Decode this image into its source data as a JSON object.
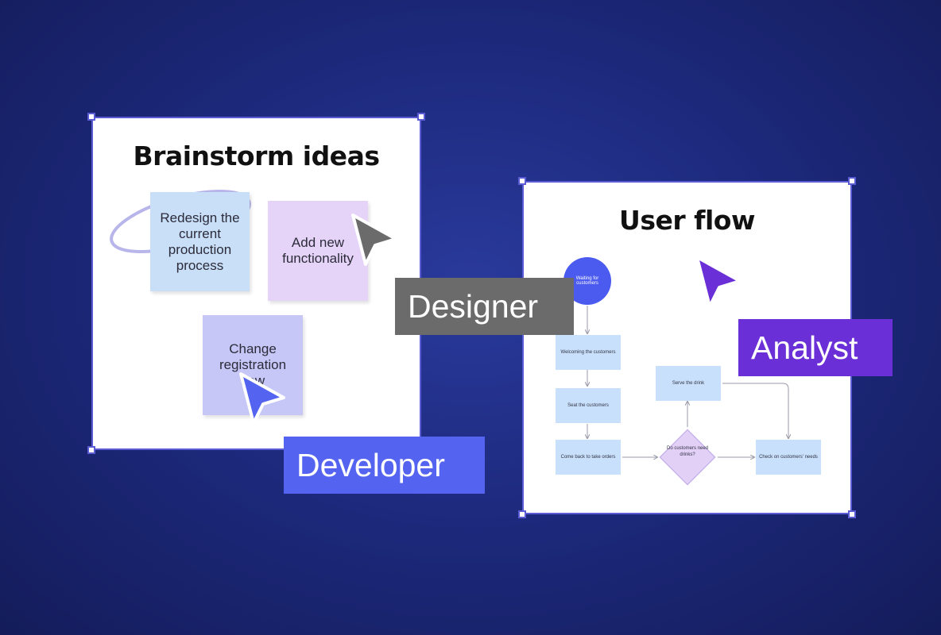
{
  "brainstorm": {
    "title": "Brainstorm ideas",
    "notes": [
      {
        "text": "Redesign the current production process",
        "color": "#c9dff8"
      },
      {
        "text": "Add new functionality",
        "color": "#e6d4f8"
      },
      {
        "text": "Change registration flow",
        "color": "#c7c7f7"
      }
    ]
  },
  "userflow": {
    "title": "User flow",
    "start": "Waiting for customers",
    "steps": [
      "Welcoming the customers",
      "Seat the customers",
      "Come back to take orders"
    ],
    "decision": "Do customers need drinks?",
    "serve": "Serve the drink",
    "check": "Check on customers' needs"
  },
  "tags": {
    "designer": "Designer",
    "developer": "Developer",
    "analyst": "Analyst"
  },
  "colors": {
    "designer": "#6b6b6b",
    "developer": "#5464f0",
    "analyst": "#6a2fd6",
    "frame_border": "#5b5bd6"
  }
}
